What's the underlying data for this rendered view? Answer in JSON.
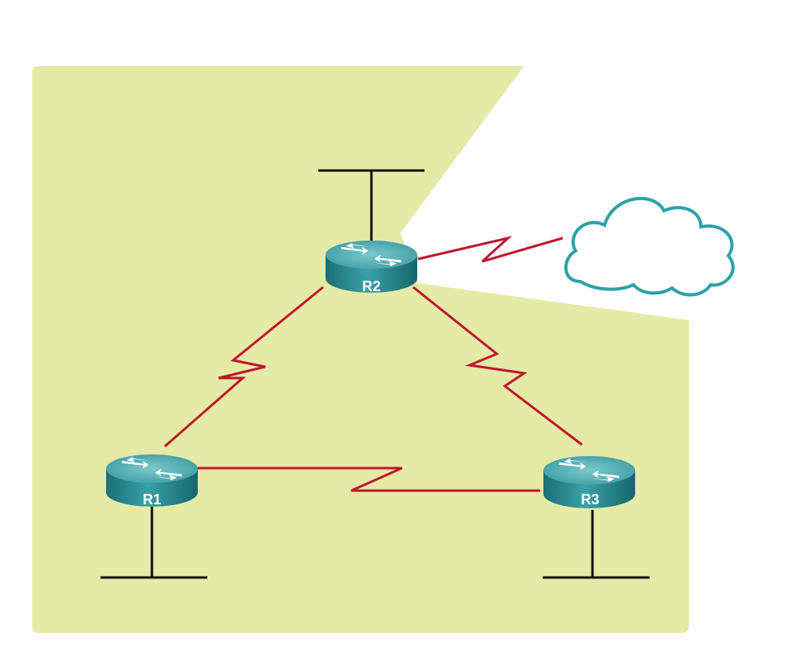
{
  "diagram": {
    "routers": [
      {
        "id": "r1",
        "label": "R1"
      },
      {
        "id": "r2",
        "label": "R2"
      },
      {
        "id": "r3",
        "label": "R3"
      }
    ],
    "links": [
      {
        "from": "R1",
        "to": "R2",
        "type": "serial"
      },
      {
        "from": "R2",
        "to": "R3",
        "type": "serial"
      },
      {
        "from": "R1",
        "to": "R3",
        "type": "serial"
      },
      {
        "from": "R2",
        "to": "cloud",
        "type": "serial"
      }
    ],
    "lans": [
      "R1",
      "R2",
      "R3"
    ],
    "external_network": "cloud"
  },
  "colors": {
    "area_fill": "#e5eaa6",
    "serial_link": "#c0152f",
    "lan_segment": "#111111",
    "router_top": "#4fb0b6",
    "router_body": "#1f7f86",
    "cloud_stroke": "#2aa3a8",
    "icon_arrow": "#ffffff"
  }
}
